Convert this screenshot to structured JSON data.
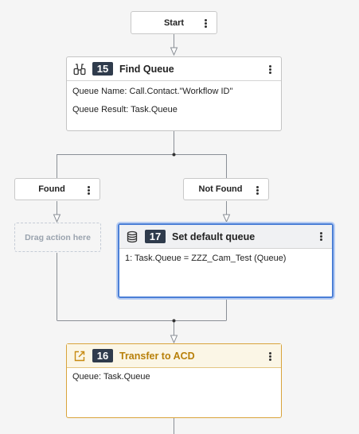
{
  "start": {
    "label": "Start"
  },
  "find_queue": {
    "number": "15",
    "title": "Find Queue",
    "lines": [
      "Queue Name: Call.Contact.\"Workflow ID\"",
      "Queue Result: Task.Queue"
    ]
  },
  "branches": {
    "found": "Found",
    "not_found": "Not Found"
  },
  "dropzone": {
    "label": "Drag action here"
  },
  "set_default_queue": {
    "number": "17",
    "title": "Set default queue",
    "lines": [
      "1: Task.Queue = ZZZ_Cam_Test (Queue)"
    ]
  },
  "transfer_acd": {
    "number": "16",
    "title": "Transfer to ACD",
    "lines": [
      "Queue: Task.Queue"
    ]
  },
  "colors": {
    "background": "#f5f5f5",
    "badge": "#2f3b4c",
    "selected_border": "#4b7fd6",
    "acd_accent": "#b8800a",
    "connector": "#8a8f96"
  },
  "icons": {
    "find_queue": "binoculars-icon",
    "set_default_queue": "database-icon",
    "transfer_acd": "external-link-icon",
    "menu": "kebab-menu-icon"
  }
}
